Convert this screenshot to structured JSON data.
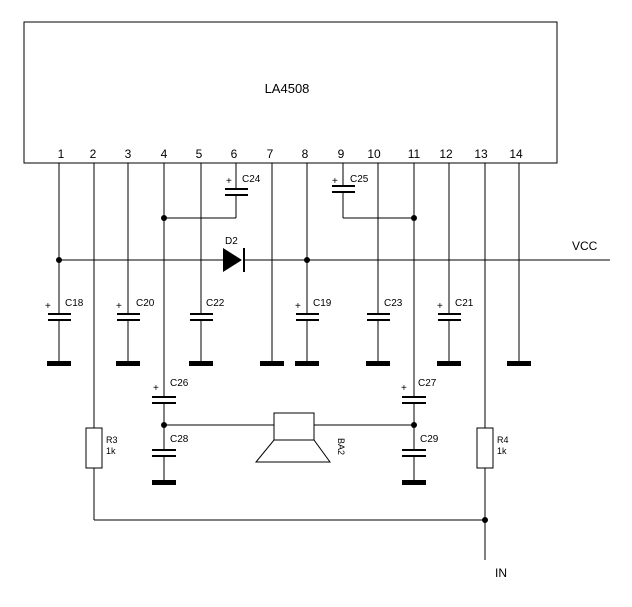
{
  "chip": {
    "name": "LA4508"
  },
  "pins": [
    "1",
    "2",
    "3",
    "4",
    "5",
    "6",
    "7",
    "8",
    "9",
    "10",
    "11",
    "12",
    "13",
    "14"
  ],
  "capacitors": {
    "c24": "C24",
    "c25": "C25",
    "c18": "C18",
    "c20": "C20",
    "c22": "C22",
    "c19": "C19",
    "c23": "C23",
    "c21": "C21",
    "c26": "C26",
    "c27": "C27",
    "c28": "C28",
    "c29": "C29"
  },
  "polarity_mark": "+",
  "diode": {
    "label": "D2"
  },
  "resistors": {
    "r3": {
      "name": "R3",
      "value": "1k"
    },
    "r4": {
      "name": "R4",
      "value": "1k"
    }
  },
  "speaker": {
    "label": "BA2"
  },
  "nets": {
    "vcc": "VCC",
    "input": "IN"
  }
}
